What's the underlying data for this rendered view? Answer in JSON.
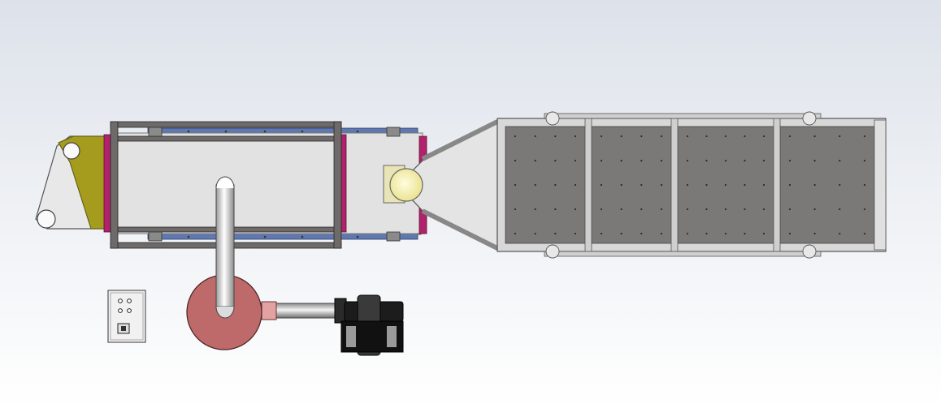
{
  "viewport": {
    "background_top": "#dde2ea",
    "background_bottom": "#ffffff"
  },
  "colors": {
    "frame": "#6f6a6a",
    "frame_dark": "#3f3b3b",
    "panel_light": "#e6e6e6",
    "panel_dark": "#7b7878",
    "rail_blue": "#5f79b0",
    "accent_magenta": "#b0226a",
    "bracket_olive": "#a59b1c",
    "duct_white": "#f2f2f2",
    "blower_housing": "#bf6a6a",
    "lamp_yellow": "#f7f3b6",
    "motor_black": "#1c1c1c",
    "control_box": "#f1f1f1"
  },
  "components": [
    {
      "name": "hinge-bracket"
    },
    {
      "name": "hopper-body"
    },
    {
      "name": "discharge-funnel"
    },
    {
      "name": "screen-deck"
    },
    {
      "name": "blower-assembly"
    },
    {
      "name": "control-box"
    }
  ]
}
